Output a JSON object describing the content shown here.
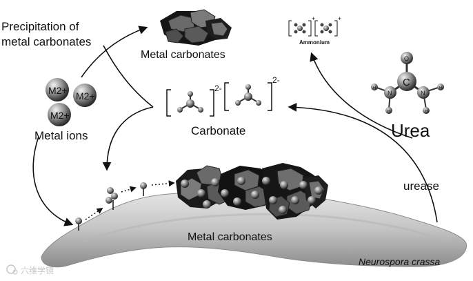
{
  "labels": {
    "precipitation_line1": "Precipitation of",
    "precipitation_line2": "metal carbonates",
    "metal_carbonates_top": "Metal carbonates",
    "metal_ions": "Metal ions",
    "ion_charge_label": "M2+",
    "carbonate": "Carbonate",
    "carbonate_charge": "2-",
    "ammonium": "Ammonium",
    "ammonium_charge": "+",
    "urea": "Urea",
    "urea_center_atom": "C",
    "urea_n_atom": "N",
    "urea_o_atom": "O",
    "urea_h_atom": "H",
    "urease": "urease",
    "metal_carbonates_bottom": "Metal carbonates",
    "organism": "Neurospora crassa",
    "watermark": "六维学镜"
  },
  "colors": {
    "hypha_light": "#cfcfcf",
    "hypha_dark": "#8f8f8f",
    "crystal_dark": "#1a1a1a",
    "crystal_mid": "#5a5a5a",
    "sphere_light": "#d8d8d8",
    "sphere_dark": "#3a3a3a",
    "arrow": "#111111"
  }
}
